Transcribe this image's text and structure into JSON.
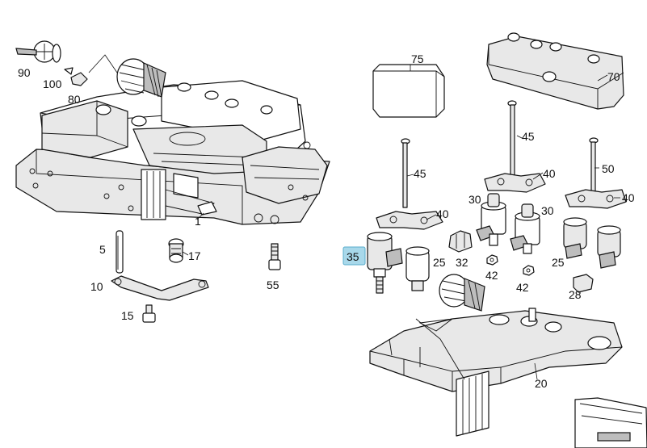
{
  "labels": {
    "p90": "90",
    "p100": "100",
    "p80": "80",
    "p1": "1",
    "p5": "5",
    "p17": "17",
    "p55": "55",
    "p10": "10",
    "p15": "15",
    "p75": "75",
    "p70": "70",
    "p45a": "45",
    "p45b": "45",
    "p40a": "40",
    "p40b": "40",
    "p50": "50",
    "p40c": "40",
    "p30a": "30",
    "p30b": "30",
    "p35": "35",
    "p25a": "25",
    "p32": "32",
    "p42a": "42",
    "p42b": "42",
    "p25b": "25",
    "p28": "28",
    "p20": "20"
  },
  "highlight": {
    "color": "#a8d8ea",
    "border": "#5aaecc"
  }
}
